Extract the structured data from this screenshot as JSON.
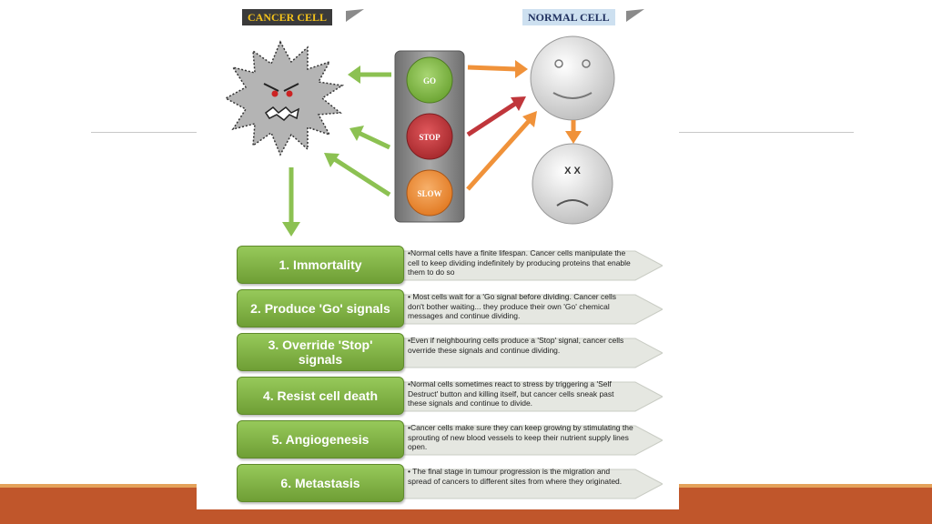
{
  "labels": {
    "cancer_cell": "CANCER CELL",
    "normal_cell": "NORMAL CELL"
  },
  "traffic_light": {
    "go": "GO",
    "stop": "STOP",
    "slow": "SLOW"
  },
  "dead_cell_eyes": "X X",
  "rows": [
    {
      "title": "1. Immortality",
      "text": "•Normal cells have a finite lifespan. Cancer cells manipulate the cell to keep dividing indefinitely by producing proteins that enable them to do so"
    },
    {
      "title": "2. Produce 'Go' signals",
      "text": "• Most cells wait for a 'Go signal before dividing. Cancer cells don't bother waiting... they produce their own 'Go' chemical messages and continue dividing."
    },
    {
      "title": "3. Override 'Stop' signals",
      "text": "•Even if neighbouring cells produce a 'Stop' signal, cancer cells override these signals and continue dividing."
    },
    {
      "title": "4. Resist cell death",
      "text": "•Normal cells sometimes react to stress by triggering a 'Self Destruct' button and killing itself, but cancer cells sneak past these signals and continue to divide."
    },
    {
      "title": "5. Angiogenesis",
      "text": "•Cancer cells make sure they can keep growing by stimulating the sprouting of new blood vessels to keep their nutrient supply lines open."
    },
    {
      "title": "6. Metastasis",
      "text": "• The final stage in tumour progression is the migration and spread of cancers to different sites from where they originated."
    }
  ],
  "colors": {
    "accent_bar": "#c0562b",
    "green": "#8cc152",
    "red": "#c0363b",
    "orange": "#f0923a"
  }
}
